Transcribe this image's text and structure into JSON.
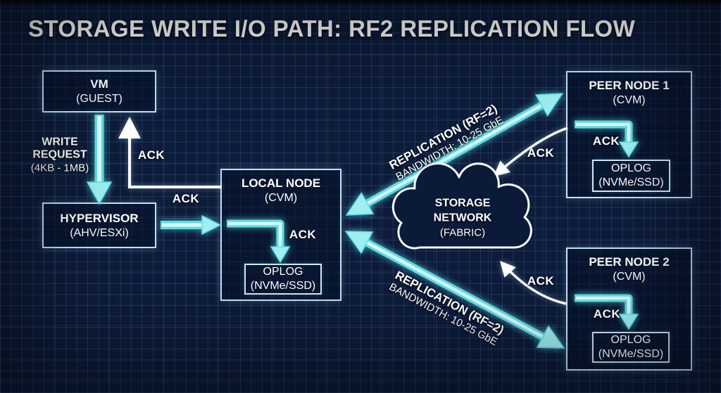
{
  "title": "STORAGE WRITE I/O PATH: RF2 REPLICATION FLOW",
  "colors": {
    "background": "#0d1c3a",
    "grid_line": "#31486e",
    "box_border": "#c6e2f2",
    "arrow_cyan": "#9eeff1",
    "arrow_white": "#ffffff",
    "text": "#ffffff"
  },
  "nodes": {
    "vm": {
      "title": "VM",
      "subtitle": "(GUEST)"
    },
    "hypervisor": {
      "title": "HYPERVISOR",
      "subtitle": "(AHV/ESXi)"
    },
    "local_node": {
      "title": "LOCAL NODE",
      "subtitle": "(CVM)",
      "ack_label": "ACK",
      "oplog": {
        "title": "OPLOG",
        "subtitle": "(NVMe/SSD)"
      }
    },
    "peer_node_1": {
      "title": "PEER NODE 1",
      "subtitle": "(CVM)",
      "ack_label": "ACK",
      "oplog": {
        "title": "OPLOG",
        "subtitle": "(NVMe/SSD)"
      }
    },
    "peer_node_2": {
      "title": "PEER NODE 2",
      "subtitle": "(CVM)",
      "ack_label": "ACK",
      "oplog": {
        "title": "OPLOG",
        "subtitle": "(NVMe/SSD)"
      }
    },
    "storage_network": {
      "title_line1": "STORAGE",
      "title_line2": "NETWORK",
      "subtitle": "(FABRIC)"
    }
  },
  "edges": {
    "write_request": {
      "label": "WRITE REQUEST",
      "size": "(4KB - 1MB)"
    },
    "vm_ack": "ACK",
    "hypervisor_ack": "ACK",
    "replication_top": {
      "label": "REPLICATION (RF=2)",
      "bandwidth": "BANDWIDTH: 10-25 GbE"
    },
    "replication_bottom": {
      "label": "REPLICATION (RF=2)",
      "bandwidth": "BANDWIDTH: 10-25 GbE"
    },
    "network_ack_top": "ACK",
    "network_ack_bottom": "ACK"
  }
}
